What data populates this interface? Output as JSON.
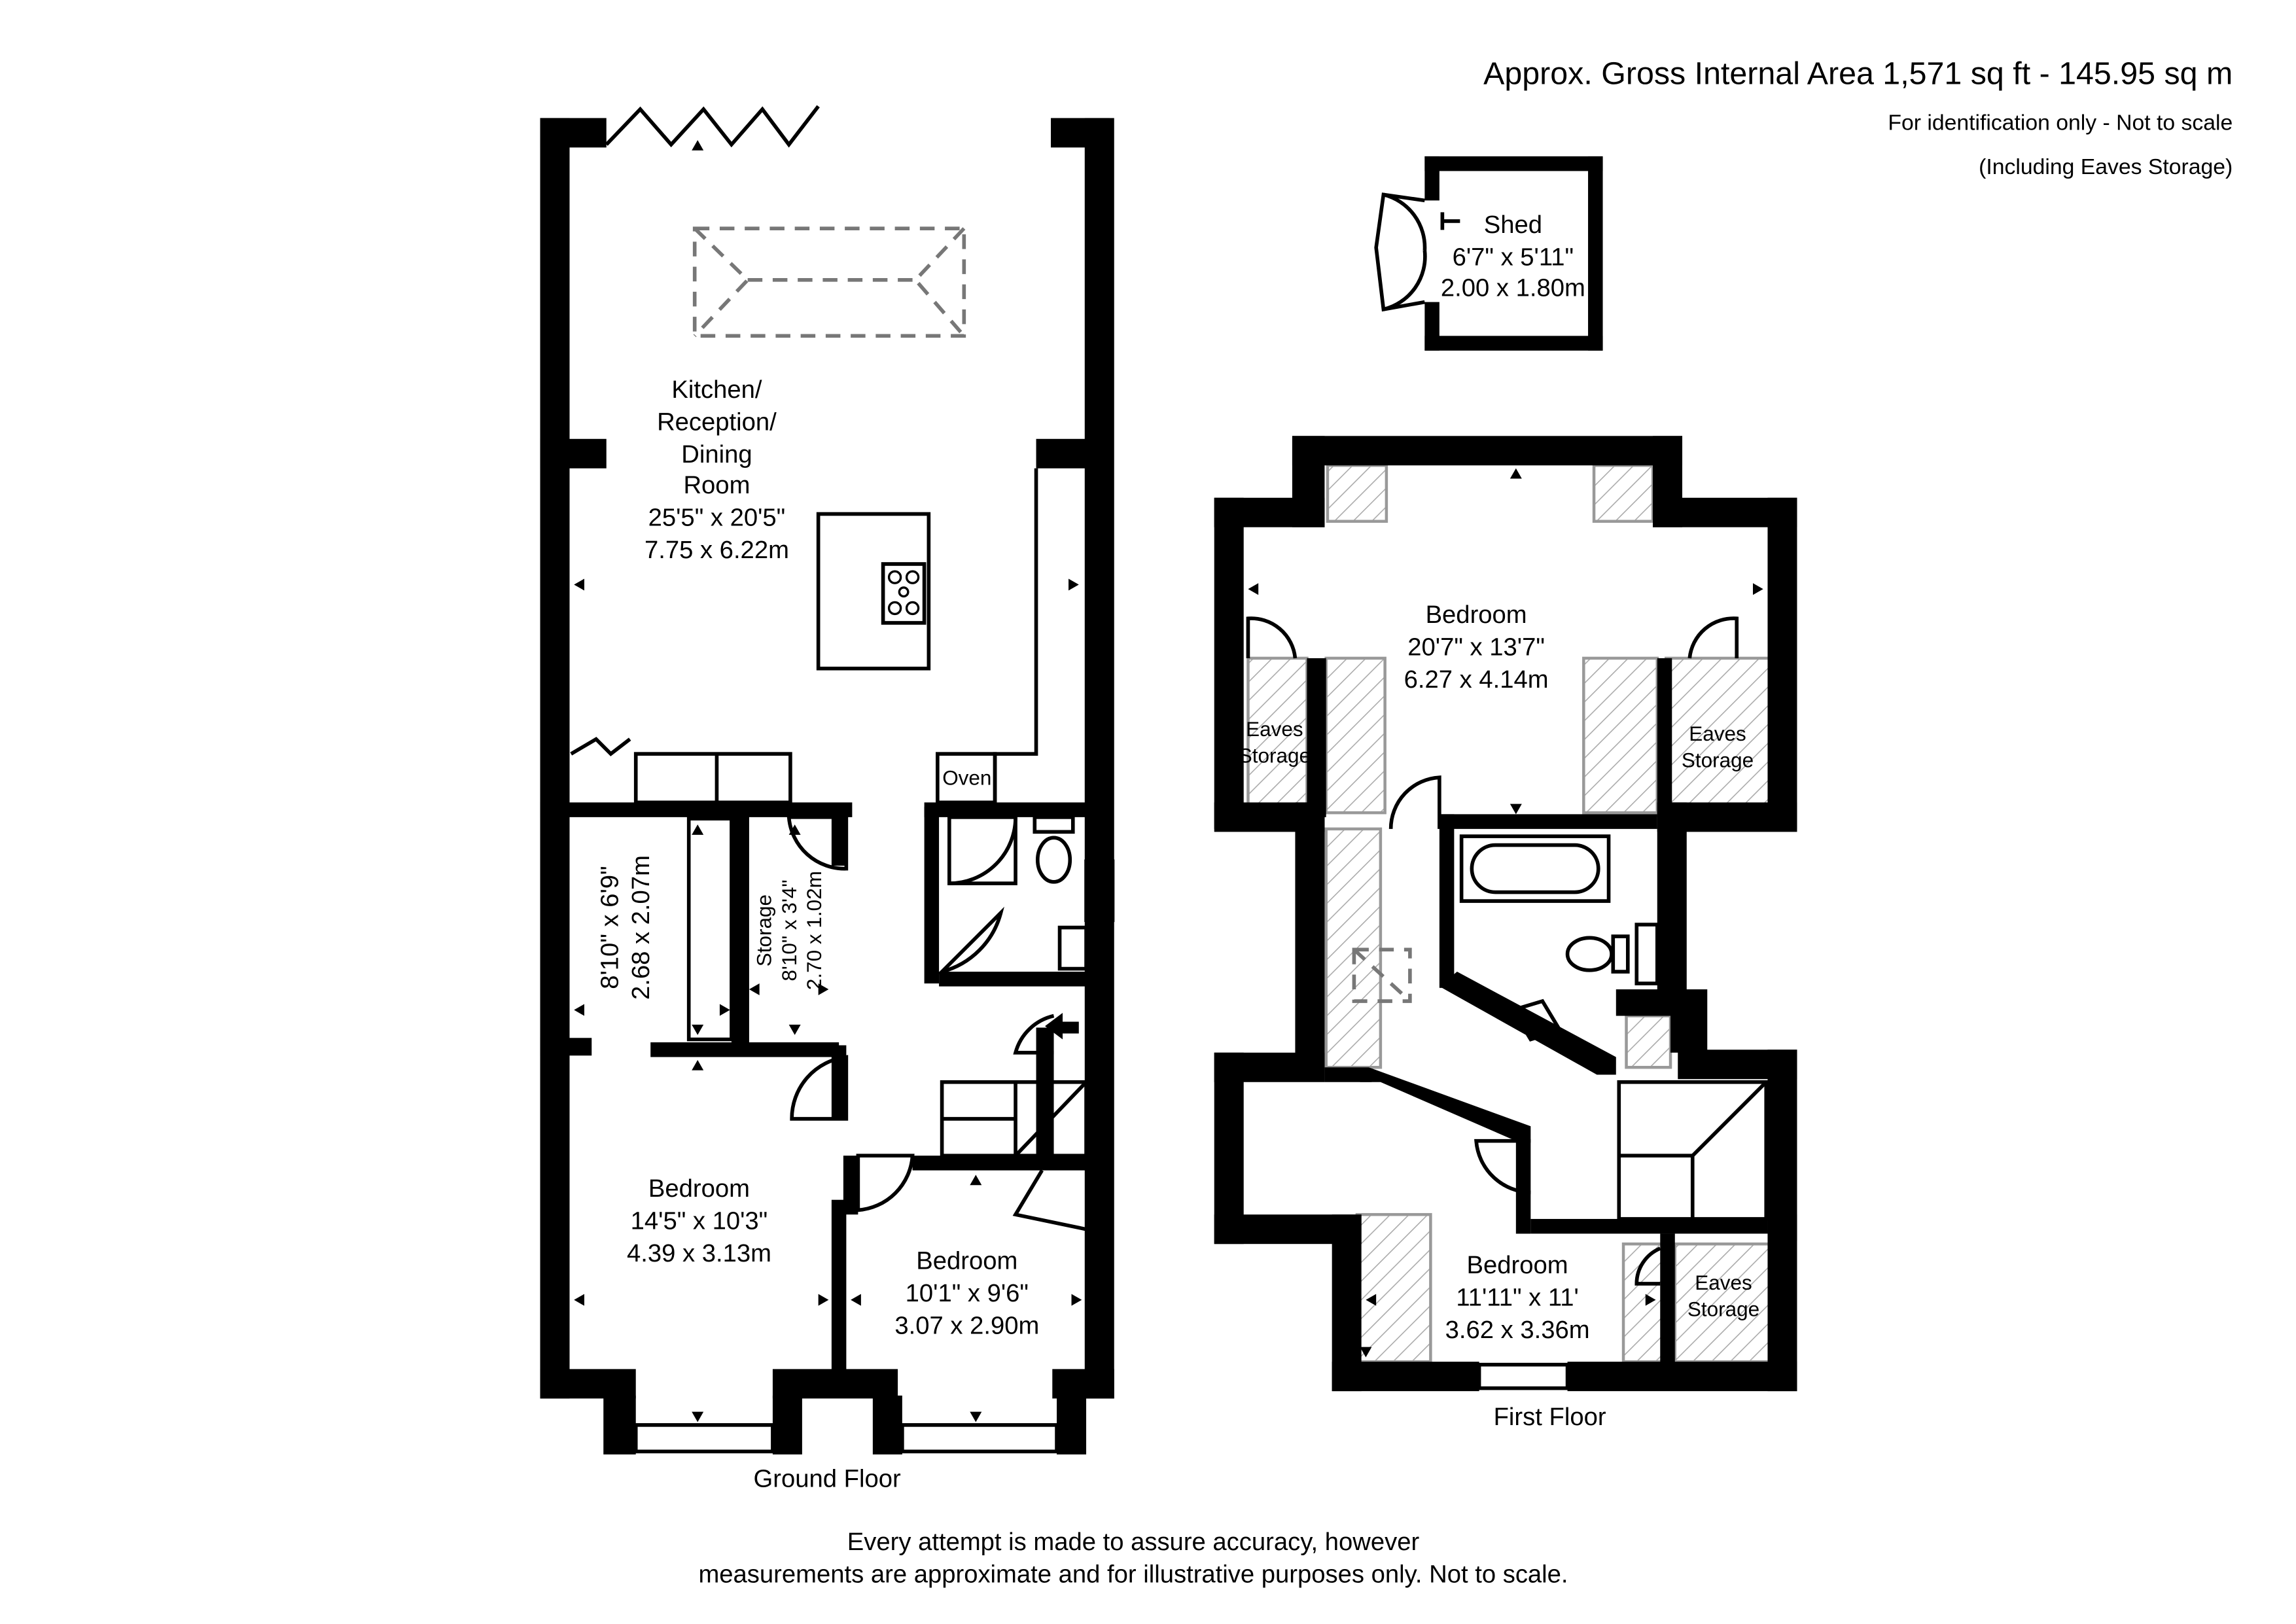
{
  "header": {
    "area": "Approx. Gross Internal Area 1,571 sq ft -  145.95 sq m",
    "note": "For identification only - Not to scale",
    "note2": "(Including Eaves Storage)"
  },
  "ground_floor": {
    "label": "Ground Floor",
    "kitchen": {
      "name1": "Kitchen/",
      "name2": "Reception/",
      "name3": "Dining",
      "name4": "Room",
      "imperial": "25'5\" x 20'5\"",
      "metric": "7.75 x 6.22m"
    },
    "oven": "Oven",
    "room_small": {
      "imperial": "8'10\" x 6'9\"",
      "metric": "2.68 x 2.07m"
    },
    "storage": {
      "name": "Storage",
      "imperial": "8'10\" x 3'4\"",
      "metric": "2.70 x 1.02m"
    },
    "bedroom_left": {
      "name": "Bedroom",
      "imperial": "14'5\" x 10'3\"",
      "metric": "4.39 x 3.13m"
    },
    "bedroom_right": {
      "name": "Bedroom",
      "imperial": "10'1\" x 9'6\"",
      "metric": "3.07 x 2.90m"
    }
  },
  "shed": {
    "name": "Shed",
    "imperial": "6'7\" x 5'11\"",
    "metric": "2.00 x 1.80m"
  },
  "first_floor": {
    "label": "First Floor",
    "bedroom_top": {
      "name": "Bedroom",
      "imperial": "20'7\" x 13'7\"",
      "metric": "6.27 x 4.14m"
    },
    "eaves_left": {
      "line1": "Eaves",
      "line2": "Storage"
    },
    "eaves_right": {
      "line1": "Eaves",
      "line2": "Storage"
    },
    "eaves_bottom": {
      "line1": "Eaves",
      "line2": "Storage"
    },
    "bedroom_bottom": {
      "name": "Bedroom",
      "imperial": "11'11\" x 11'",
      "metric": "3.62 x 3.36m"
    }
  },
  "footer": {
    "line1": "Every attempt is made to assure accuracy, however",
    "line2": "measurements are approximate and for illustrative purposes only. Not to scale."
  }
}
